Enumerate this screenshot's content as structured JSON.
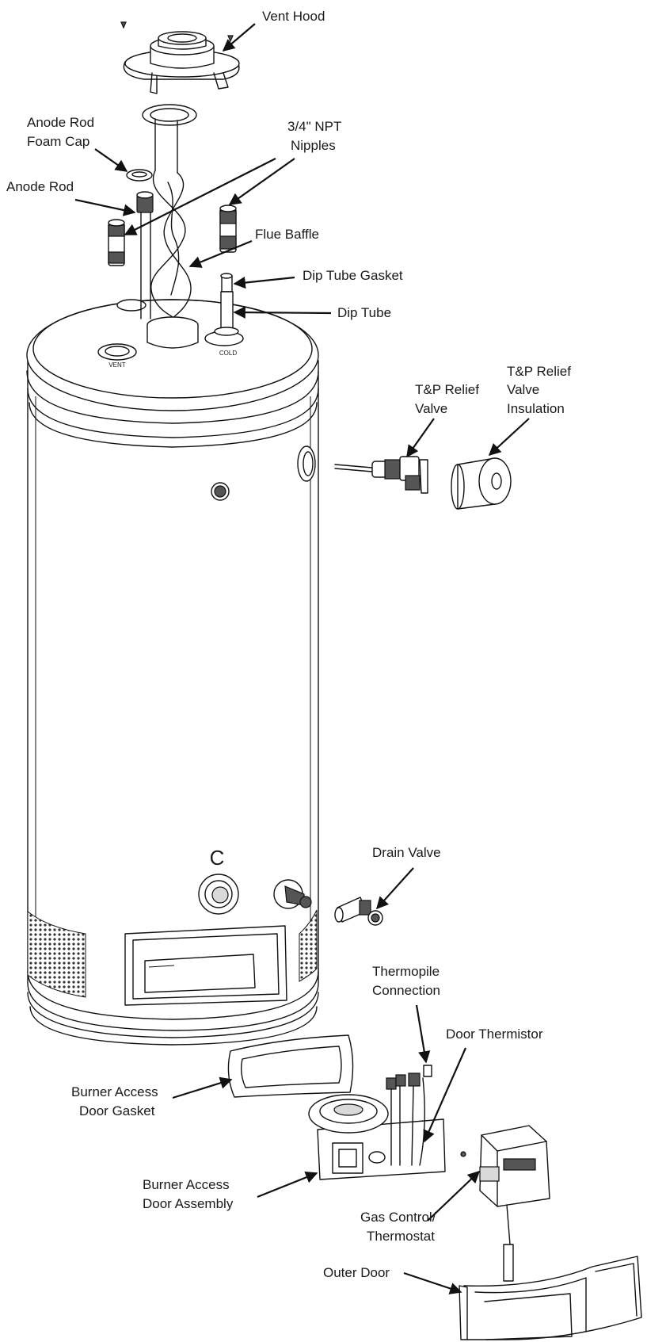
{
  "labels": {
    "vent_hood": "Vent Hood",
    "anode_rod_foam_cap": [
      "Anode Rod",
      "Foam Cap"
    ],
    "npt_nipples": [
      "3/4\" NPT",
      "Nipples"
    ],
    "anode_rod": "Anode Rod",
    "flue_baffle": "Flue Baffle",
    "dip_tube_gasket": "Dip Tube Gasket",
    "dip_tube": "Dip Tube",
    "tp_relief_valve": [
      "T&P Relief",
      "Valve"
    ],
    "tp_relief_valve_insulation": [
      "T&P Relief",
      "Valve",
      "Insulation"
    ],
    "drain_valve": "Drain Valve",
    "thermopile_connection": [
      "Thermopile",
      "Connection"
    ],
    "door_thermistor": "Door Thermistor",
    "burner_access_door_gasket": [
      "Burner Access",
      "Door Gasket"
    ],
    "burner_access_door_assembly": [
      "Burner Access",
      "Door Assembly"
    ],
    "gas_control_thermostat": [
      "Gas Control/",
      "Thermostat"
    ],
    "outer_door": "Outer Door"
  },
  "tank_markings": {
    "vent": "VENT",
    "cold": "COLD",
    "cold_inlet_letter": "C"
  }
}
